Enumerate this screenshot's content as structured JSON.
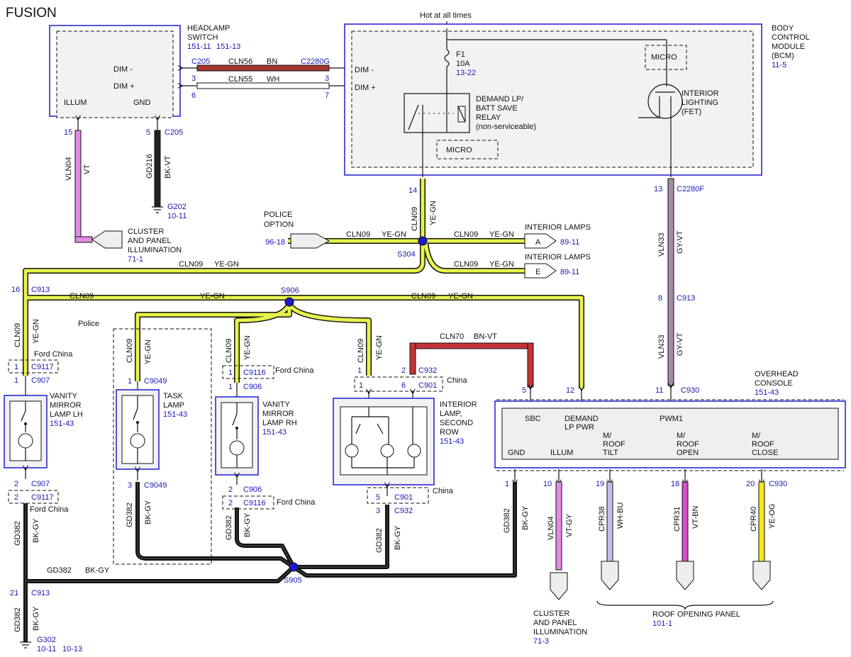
{
  "title": "FUSION",
  "hot_label": "Hot at all times",
  "headlamp": {
    "name": [
      "HEADLAMP",
      "SWITCH"
    ],
    "refs": [
      "151-11",
      "151-13"
    ],
    "dim_minus": "DIM -",
    "dim_plus": "DIM +",
    "illum": "ILLUM",
    "gnd": "GND"
  },
  "bcm": {
    "name": [
      "BODY",
      "CONTROL",
      "MODULE",
      "(BCM)"
    ],
    "ref": "11-5",
    "dim_minus": "DIM -",
    "dim_plus": "DIM +",
    "micro": "MICRO",
    "fuse": "F1",
    "fuse_amps": "10A",
    "fuse_ref": "13-22",
    "relay": [
      "DEMAND LP/",
      "BATT SAVE",
      "RELAY",
      "(non-serviceable)"
    ],
    "interior": [
      "INTERIOR",
      "LIGHTING",
      "(FET)"
    ]
  },
  "wires": {
    "cln56": "CLN56",
    "bn": "BN",
    "cln55": "CLN55",
    "wh": "WH",
    "cln09": "CLN09",
    "yegn": "YE-GN",
    "vln04": "VLN04",
    "vt": "VT",
    "gd216": "GD216",
    "bkvt": "BK-VT",
    "vln33": "VLN33",
    "gyvt": "GY-VT",
    "cln70": "CLN70",
    "bnvt": "BN-VT",
    "gd382": "GD382",
    "bkgy": "BK-GY",
    "vtgy": "VT-GY",
    "cpr38": "CPR38",
    "whbu": "WH-BU",
    "cpr31": "CPR31",
    "vtbn": "VT-BN",
    "cpr40": "CPR40",
    "yeog": "YE-OG"
  },
  "connectors": {
    "c205": "C205",
    "c2280g": "C2280G",
    "c2280f": "C2280F",
    "c913": "C913",
    "c9117": "C9117",
    "c907": "C907",
    "c9049": "C9049",
    "c9116": "C9116",
    "c906": "C906",
    "c932": "C932",
    "c901": "C901",
    "c930": "C930"
  },
  "pins": {
    "p3": "3",
    "p6": "6",
    "p7": "7",
    "p15": "15",
    "p5": "5",
    "p14": "14",
    "p13": "13",
    "p16": "16",
    "p8": "8",
    "p1": "1",
    "p2": "2",
    "p12": "12",
    "p11": "11",
    "p10": "10",
    "p19": "19",
    "p18": "18",
    "p20": "20",
    "p21": "21"
  },
  "grounds": {
    "g202": "G202",
    "g202_ref": "10-11",
    "g302": "G302",
    "g302_refs": [
      "10-11",
      "10-13"
    ]
  },
  "splices": {
    "s304": "S304",
    "s906": "S906",
    "s905": "S905"
  },
  "cluster": {
    "name": [
      "CLUSTER",
      "AND PANEL",
      "ILLUMINATION"
    ],
    "ref1": "71-1",
    "ref2": "71-3"
  },
  "police": {
    "option": [
      "POLICE",
      "OPTION"
    ],
    "ref": "96-18",
    "label": "Police"
  },
  "interior_lamps": {
    "label": "INTERIOR LAMPS",
    "a": "A",
    "e": "E",
    "ref": "89-11"
  },
  "ford_china": "Ford China",
  "china": "China",
  "vanity_lh": {
    "name": [
      "VANITY",
      "MIRROR",
      "LAMP LH"
    ],
    "ref": "151-43"
  },
  "task": {
    "name": [
      "TASK",
      "LAMP"
    ],
    "ref": "151-43"
  },
  "vanity_rh": {
    "name": [
      "VANITY",
      "MIRROR",
      "LAMP RH"
    ],
    "ref": "151-43"
  },
  "interior2": {
    "name": [
      "INTERIOR",
      "LAMP,",
      "SECOND",
      "ROW"
    ],
    "ref": "151-43"
  },
  "console": {
    "name": [
      "OVERHEAD",
      "CONSOLE"
    ],
    "ref": "151-43",
    "sbc": "SBC",
    "demand": [
      "DEMAND",
      "LP PWR"
    ],
    "pwm1": "PWM1",
    "gnd": "GND",
    "illum": "ILLUM",
    "tilt": [
      "M/",
      "ROOF",
      "TILT"
    ],
    "open": [
      "M/",
      "ROOF",
      "OPEN"
    ],
    "close": [
      "M/",
      "ROOF",
      "CLOSE"
    ]
  },
  "roof": {
    "label": "ROOF OPENING PANEL",
    "ref": "101-1"
  }
}
